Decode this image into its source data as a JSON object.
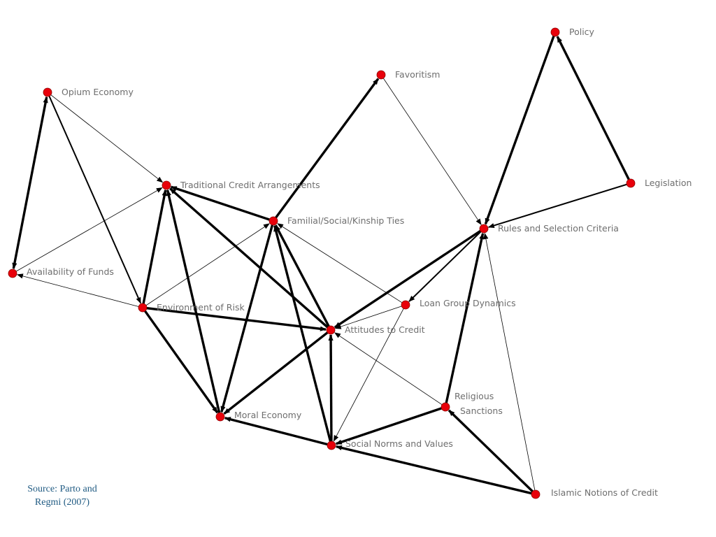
{
  "nodes": [
    {
      "id": "policy",
      "label": "Policy"
    },
    {
      "id": "favoritism",
      "label": "Favoritism"
    },
    {
      "id": "opium",
      "label": "Opium Economy"
    },
    {
      "id": "traditional",
      "label": "Traditional Credit Arrangements"
    },
    {
      "id": "familial",
      "label": "Familial/Social/Kinship Ties"
    },
    {
      "id": "legislation",
      "label": "Legislation"
    },
    {
      "id": "rules",
      "label": "Rules and Selection Criteria"
    },
    {
      "id": "funds",
      "label": "Availability of Funds"
    },
    {
      "id": "risk",
      "label": "Environment of Risk"
    },
    {
      "id": "loangroup",
      "label": "Loan Group Dynamics"
    },
    {
      "id": "attitudes",
      "label": "Attitudes to Credit"
    },
    {
      "id": "religious",
      "label": [
        "Religious",
        "Sanctions"
      ]
    },
    {
      "id": "moral",
      "label": "Moral Economy"
    },
    {
      "id": "social",
      "label": "Social Norms and Values"
    },
    {
      "id": "islamic",
      "label": "Islamic Notions of Credit"
    }
  ],
  "edges": [
    {
      "from": "opium",
      "to": "funds",
      "weight": "thick",
      "bidirectional": true
    },
    {
      "from": "opium",
      "to": "traditional",
      "weight": "thin"
    },
    {
      "from": "opium",
      "to": "risk",
      "weight": "medium"
    },
    {
      "from": "risk",
      "to": "funds",
      "weight": "thin"
    },
    {
      "from": "funds",
      "to": "traditional",
      "weight": "thin"
    },
    {
      "from": "risk",
      "to": "traditional",
      "weight": "thick"
    },
    {
      "from": "risk",
      "to": "familial",
      "weight": "thin"
    },
    {
      "from": "risk",
      "to": "attitudes",
      "weight": "thick"
    },
    {
      "from": "risk",
      "to": "moral",
      "weight": "thick"
    },
    {
      "from": "familial",
      "to": "traditional",
      "weight": "thick"
    },
    {
      "from": "familial",
      "to": "favoritism",
      "weight": "thick"
    },
    {
      "from": "attitudes",
      "to": "traditional",
      "weight": "thick"
    },
    {
      "from": "moral",
      "to": "traditional",
      "weight": "thick"
    },
    {
      "from": "familial",
      "to": "moral",
      "weight": "thick"
    },
    {
      "from": "attitudes",
      "to": "familial",
      "weight": "thick"
    },
    {
      "from": "social",
      "to": "familial",
      "weight": "thick"
    },
    {
      "from": "loangroup",
      "to": "familial",
      "weight": "thin"
    },
    {
      "from": "favoritism",
      "to": "rules",
      "weight": "thin"
    },
    {
      "from": "policy",
      "to": "rules",
      "weight": "thick"
    },
    {
      "from": "legislation",
      "to": "policy",
      "weight": "thick"
    },
    {
      "from": "legislation",
      "to": "rules",
      "weight": "medium"
    },
    {
      "from": "rules",
      "to": "attitudes",
      "weight": "thick"
    },
    {
      "from": "rules",
      "to": "loangroup",
      "weight": "medium"
    },
    {
      "from": "religious",
      "to": "rules",
      "weight": "thick"
    },
    {
      "from": "islamic",
      "to": "rules",
      "weight": "thin"
    },
    {
      "from": "loangroup",
      "to": "attitudes",
      "weight": "thin"
    },
    {
      "from": "loangroup",
      "to": "social",
      "weight": "thin"
    },
    {
      "from": "attitudes",
      "to": "moral",
      "weight": "thick"
    },
    {
      "from": "social",
      "to": "attitudes",
      "weight": "thick"
    },
    {
      "from": "religious",
      "to": "attitudes",
      "weight": "thin"
    },
    {
      "from": "religious",
      "to": "social",
      "weight": "thick"
    },
    {
      "from": "islamic",
      "to": "religious",
      "weight": "thick"
    },
    {
      "from": "islamic",
      "to": "social",
      "weight": "thick"
    },
    {
      "from": "social",
      "to": "moral",
      "weight": "thick"
    }
  ],
  "colors": {
    "node_fill": "#e8000b",
    "node_stroke": "#8a0000",
    "edge": "#000000",
    "label": "#6e6e6e",
    "source_text": "#1f5a82"
  },
  "source": {
    "line1": "Source: Parto and",
    "line2": "Regmi (2007)"
  }
}
